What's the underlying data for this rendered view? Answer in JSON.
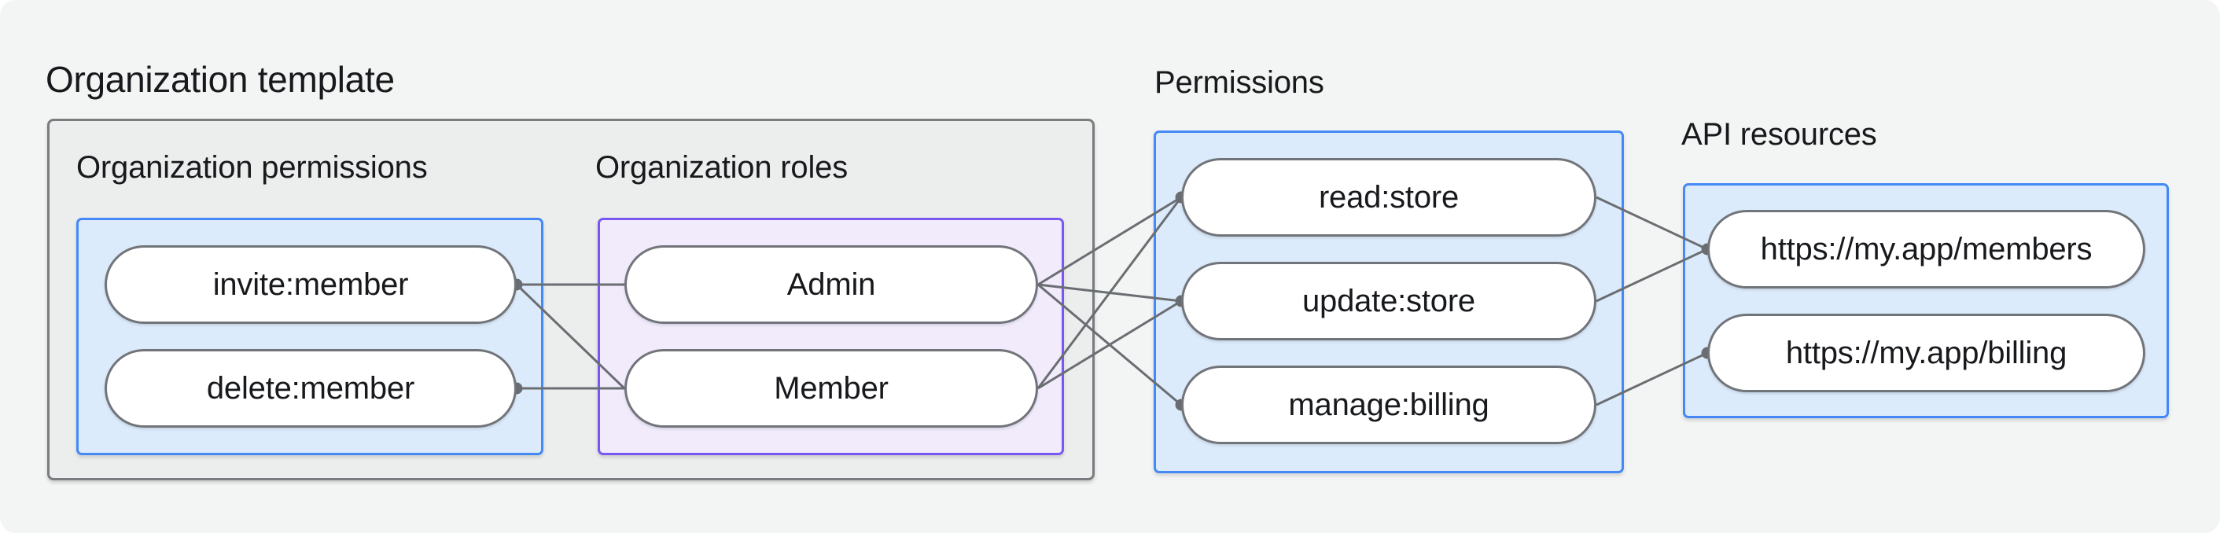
{
  "diagram": {
    "title": "Organization template",
    "groups": {
      "org_permissions": {
        "label": "Organization permissions"
      },
      "org_roles": {
        "label": "Organization roles"
      },
      "permissions": {
        "label": "Permissions"
      },
      "api_resources": {
        "label": "API resources"
      }
    },
    "nodes": {
      "invite": {
        "label": "invite:member"
      },
      "delete": {
        "label": "delete:member"
      },
      "admin": {
        "label": "Admin"
      },
      "member": {
        "label": "Member"
      },
      "read": {
        "label": "read:store"
      },
      "update": {
        "label": "update:store"
      },
      "manage": {
        "label": "manage:billing"
      },
      "members_api": {
        "label": "https://my.app/members"
      },
      "billing_api": {
        "label": "https://my.app/billing"
      }
    },
    "edges": [
      {
        "from": "invite",
        "to": "admin"
      },
      {
        "from": "invite",
        "to": "member"
      },
      {
        "from": "delete",
        "to": "member"
      },
      {
        "from": "admin",
        "to": "read"
      },
      {
        "from": "admin",
        "to": "update"
      },
      {
        "from": "admin",
        "to": "manage"
      },
      {
        "from": "member",
        "to": "read"
      },
      {
        "from": "member",
        "to": "update"
      },
      {
        "from": "read",
        "to": "members_api"
      },
      {
        "from": "update",
        "to": "members_api"
      },
      {
        "from": "manage",
        "to": "billing_api"
      }
    ],
    "dots": [
      {
        "node": "invite",
        "side": "right"
      },
      {
        "node": "delete",
        "side": "right"
      },
      {
        "node": "read",
        "side": "left"
      },
      {
        "node": "update",
        "side": "left"
      },
      {
        "node": "manage",
        "side": "left"
      },
      {
        "node": "members_api",
        "side": "left"
      },
      {
        "node": "billing_api",
        "side": "left"
      }
    ],
    "style": {
      "connector_color": "#6a6e72",
      "connector_width": 3,
      "dot_radius": 7.5,
      "colors": {
        "page_bg": "#f3f5f4",
        "group_box_bg": "#eceeed",
        "group_box_border": "#797d80",
        "blue_box_bg": "#dcebfb",
        "blue_box_border": "#4589f6",
        "purple_box_bg": "#f1ebfc",
        "purple_box_border": "#7b57f1",
        "pill_border": "#71757a",
        "text": "#17191c"
      }
    }
  }
}
